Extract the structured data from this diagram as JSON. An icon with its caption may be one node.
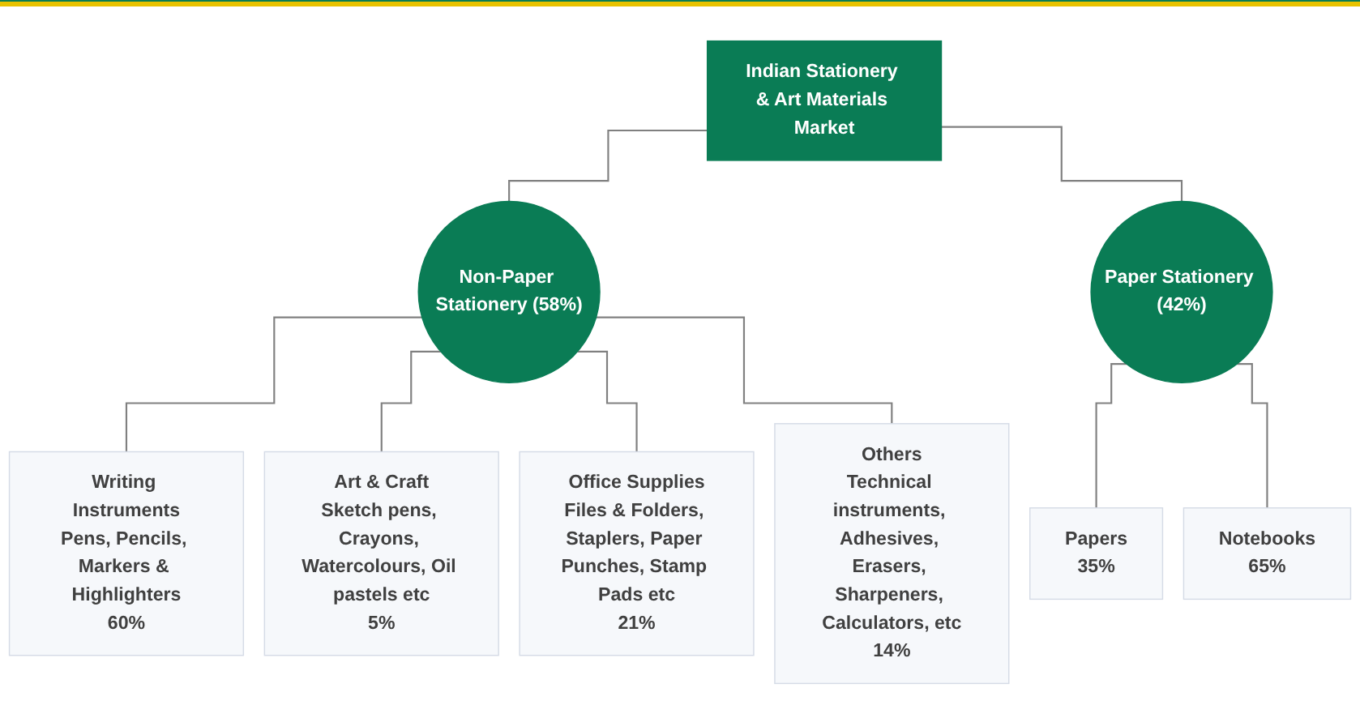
{
  "diagram": {
    "nodes": [
      {
        "text": [
          "Indian Stationery & Art Materials Market"
        ]
      },
      {
        "text": [
          "Non-Paper Stationery (58%)"
        ]
      },
      {
        "text": [
          "Paper Stationery (42%)"
        ]
      },
      {
        "text": [
          "Writing Instruments",
          "Pens, Pencils, Markers & Highlighters",
          "60%"
        ]
      },
      {
        "text": [
          "Art & Craft",
          "Sketch pens, Crayons, Watercolours, Oil pastels etc",
          "5%"
        ]
      },
      {
        "text": [
          "Office Supplies",
          "Files & Folders, Staplers, Paper Punches, Stamp Pads etc",
          "21%"
        ]
      },
      {
        "text": [
          "Others",
          "Technical instruments, Adhesives, Erasers, Sharpeners, Calculators, etc",
          "14%"
        ]
      },
      {
        "text": [
          "Papers",
          "35%"
        ]
      },
      {
        "text": [
          "Notebooks",
          "65%"
        ]
      }
    ],
    "edges": [
      {
        "from": 0,
        "to": 1,
        "arrow": "none"
      },
      {
        "from": 0,
        "to": 2,
        "arrow": "none"
      },
      {
        "from": 1,
        "to": 3,
        "arrow": "none"
      },
      {
        "from": 1,
        "to": 4,
        "arrow": "none"
      },
      {
        "from": 1,
        "to": 5,
        "arrow": "none"
      },
      {
        "from": 1,
        "to": 6,
        "arrow": "none"
      },
      {
        "from": 2,
        "to": 7,
        "arrow": "none"
      },
      {
        "from": 2,
        "to": 8,
        "arrow": "none"
      }
    ]
  }
}
